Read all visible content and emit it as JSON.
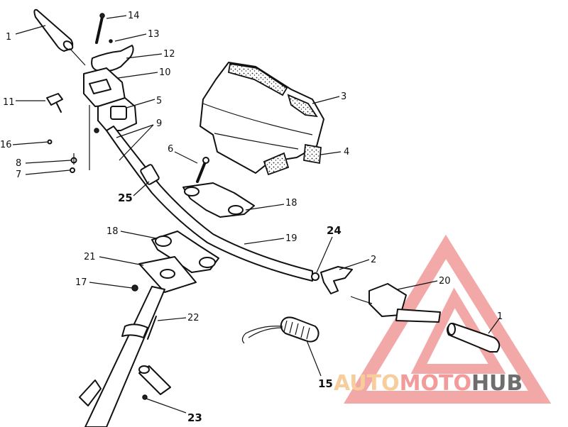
{
  "callouts": [
    {
      "id": "c1a",
      "text": "1"
    },
    {
      "id": "c14",
      "text": "14"
    },
    {
      "id": "c13",
      "text": "13"
    },
    {
      "id": "c12",
      "text": "12"
    },
    {
      "id": "c10",
      "text": "10"
    },
    {
      "id": "c11",
      "text": "11"
    },
    {
      "id": "c5",
      "text": "5"
    },
    {
      "id": "c9",
      "text": "9"
    },
    {
      "id": "c16",
      "text": "16"
    },
    {
      "id": "c8",
      "text": "8"
    },
    {
      "id": "c7",
      "text": "7"
    },
    {
      "id": "c3",
      "text": "3"
    },
    {
      "id": "c4",
      "text": "4"
    },
    {
      "id": "c6",
      "text": "6"
    },
    {
      "id": "c25",
      "text": "25"
    },
    {
      "id": "c18a",
      "text": "18"
    },
    {
      "id": "c18b",
      "text": "18"
    },
    {
      "id": "c19",
      "text": "19"
    },
    {
      "id": "c24",
      "text": "24"
    },
    {
      "id": "c2",
      "text": "2"
    },
    {
      "id": "c21",
      "text": "21"
    },
    {
      "id": "c20",
      "text": "20"
    },
    {
      "id": "c17",
      "text": "17"
    },
    {
      "id": "c1b",
      "text": "1"
    },
    {
      "id": "c22",
      "text": "22"
    },
    {
      "id": "c15",
      "text": "15"
    },
    {
      "id": "c23",
      "text": "23"
    }
  ],
  "watermark": {
    "part1": "AUTO",
    "part2": "MOTO",
    "part3": "HUB",
    "colors": {
      "auto": "#f5c58a",
      "moto": "#f28a8a",
      "hub": "#555555",
      "triangle": "#f29a9a"
    }
  }
}
